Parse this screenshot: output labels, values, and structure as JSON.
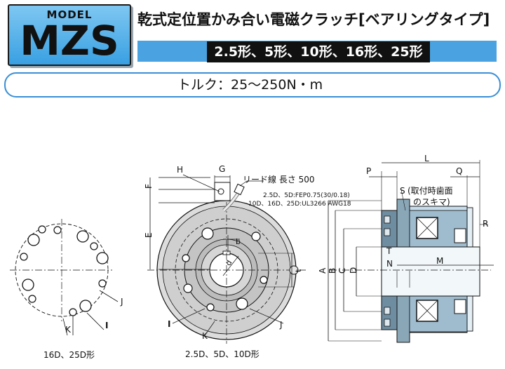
{
  "header": {
    "model_label": "MODEL",
    "model_code": "MZS",
    "title": "乾式定位置かみ合い電磁クラッチ[ベアリングタイプ]",
    "sizes": "2.5形、5形、10形、16形、25形",
    "torque": "トルク：25～250N・m"
  },
  "drawing": {
    "lead_wire": "リード線 長さ 500",
    "lead_spec_1": "2.5D、5D:FEP0.75(30/0.18)",
    "lead_spec_2": "10D、16D、25D:UL3266 AWG18",
    "mount_note_1": "(取付時歯面",
    "mount_note_2": "のスキマ)",
    "caption_left": "16D、25D形",
    "caption_center": "2.5D、5D、10D形",
    "dims": {
      "H": "H",
      "G": "G",
      "F": "F",
      "E": "E",
      "b": "b",
      "d": "d",
      "t": "t",
      "I_left": "I",
      "J_left": "J",
      "K_left": "K",
      "I_center": "I",
      "J_center": "J",
      "K_center": "K",
      "P": "P",
      "L": "L",
      "Q": "Q",
      "S": "S",
      "R": "R",
      "A": "A",
      "B": "B",
      "C": "C",
      "D": "D",
      "T": "T",
      "N": "N",
      "M": "M"
    }
  }
}
